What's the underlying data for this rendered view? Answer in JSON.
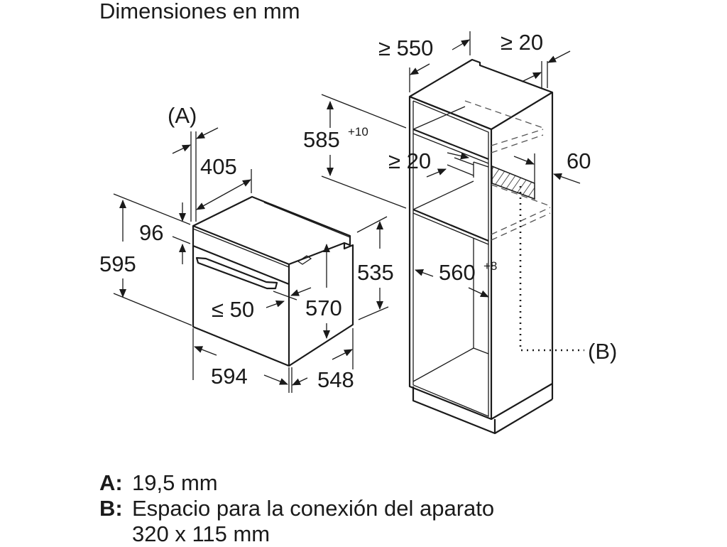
{
  "title": "Dimensiones en mm",
  "oven": {
    "label_a": "(A)",
    "dim_405": "405",
    "dim_96": "96",
    "dim_595": "595",
    "dim_le50": "≤ 50",
    "dim_570": "570",
    "dim_594": "594",
    "dim_548": "548"
  },
  "cabinet": {
    "dim_ge550": "≥ 550",
    "dim_ge20_top": "≥ 20",
    "dim_585": "585",
    "dim_585_tol": "+10",
    "dim_ge20_mid": "≥ 20",
    "dim_60": "60",
    "dim_535": "535",
    "dim_560": "560",
    "dim_560_tol": "+8",
    "label_b": "(B)"
  },
  "legend": [
    {
      "key": "A:",
      "text": "19,5 mm"
    },
    {
      "key": "B:",
      "text": "Espacio para la conexión del aparato",
      "text2": "320 x 115 mm"
    }
  ]
}
